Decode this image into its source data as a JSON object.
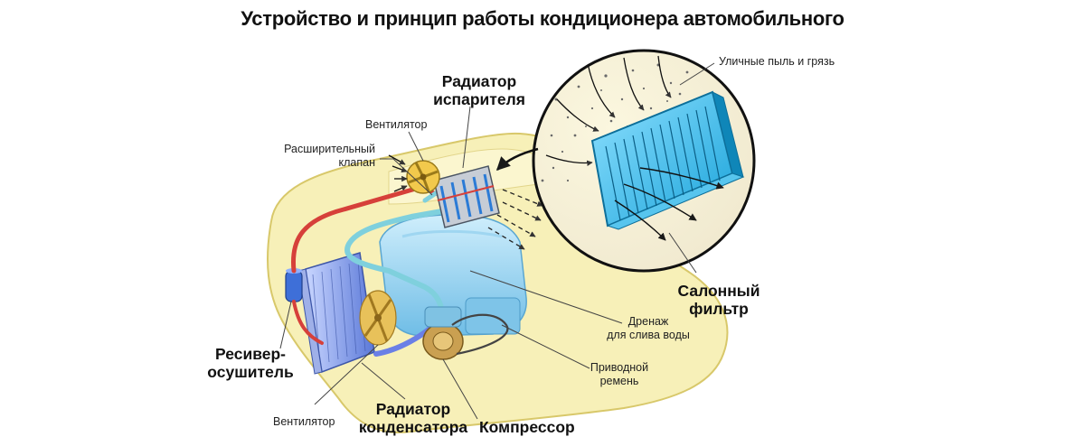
{
  "title": "Устройство и принцип работы кондиционера автомобильного",
  "labels": {
    "fan_top": "Вентилятор",
    "expansion_valve": [
      "Расширительный",
      "клапан"
    ],
    "evaporator": [
      "Радиатор",
      "испарителя"
    ],
    "street_dust": "Уличные пыль и грязь",
    "cabin_filter": [
      "Салонный",
      "фильтр"
    ],
    "drain": [
      "Дренаж",
      "для слива воды"
    ],
    "drive_belt": [
      "Приводной",
      "ремень"
    ],
    "receiver_dryer": [
      "Ресивер-",
      "осушитель"
    ],
    "fan_bottom": "Вентилятор",
    "condenser": [
      "Радиатор",
      "конденсатора"
    ],
    "compressor": "Компрессор"
  },
  "colors": {
    "car_body": "#f7f0b8",
    "car_outline": "#d8c86a",
    "engine": "#a9d8f0",
    "hot_line": "#d6403a",
    "cold_line": "#7fd0dd",
    "filter": "#29b6e8",
    "condenser": "#6f8fe0",
    "compressor": "#b9872e",
    "leader": "#444444"
  }
}
